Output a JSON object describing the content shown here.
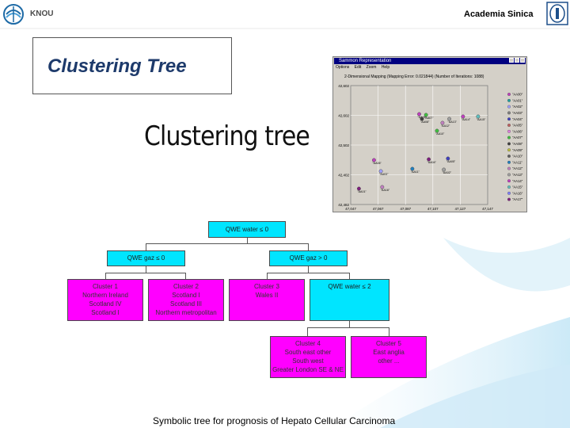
{
  "header": {
    "brand_left": "KNOU",
    "brand_right": "Academia Sinica"
  },
  "title": "Clustering Tree",
  "heading": "Clustering tree",
  "colors": {
    "title": "#1d3a6b",
    "cyan": "#00e5ff",
    "magenta": "#ff00ff",
    "window_title": "#000080",
    "plot_bg": "#d4d0c8"
  },
  "window": {
    "title": "Sammon Representation",
    "menu": [
      "Options",
      "Edit",
      "Zoom",
      "Help"
    ],
    "caption": "2-Dimensional Mapping (Mapping Error: 0.021844) (Number of Iterations: 1088)"
  },
  "chart_data": {
    "type": "scatter",
    "x_ticks": [
      "47,047",
      "47,067",
      "47,087",
      "47,107",
      "47,127",
      "47,147"
    ],
    "y_ticks": [
      "42,482",
      "42,402",
      "42,502",
      "42,602",
      "42,602"
    ],
    "legend": [
      "\"AA00\"",
      "\"AA01\"",
      "\"AA02\"",
      "\"AA03\"",
      "\"AA04\"",
      "\"AA05\"",
      "\"AA06\"",
      "\"AA07\"",
      "\"AA08\"",
      "\"AA09\"",
      "\"AA10\"",
      "\"AA11\"",
      "\"AA12\"",
      "\"AA13\"",
      "\"AA14\"",
      "\"AA15\"",
      "\"AA16\"",
      "\"AA17\""
    ],
    "legend_colors": [
      "#c040c0",
      "#20a0a0",
      "#a0a0ff",
      "#808080",
      "#4040c0",
      "#c06060",
      "#e080e0",
      "#40c040",
      "#404040",
      "#c0c040",
      "#606060",
      "#2080c0",
      "#c080c0",
      "#a0a0a0",
      "#c040c0",
      "#60c0c0",
      "#8080ff",
      "#802080"
    ],
    "points": [
      {
        "x": 47097,
        "y": 42566,
        "label": "\"AA09\"",
        "color": "#c040c0"
      },
      {
        "x": 47099,
        "y": 42560,
        "label": "\"AA08\"",
        "color": "#404040"
      },
      {
        "x": 47102,
        "y": 42565,
        "label": "\"AA07\"",
        "color": "#40c040"
      },
      {
        "x": 47114,
        "y": 42555,
        "label": "\"AA12\"",
        "color": "#c080c0"
      },
      {
        "x": 47119,
        "y": 42560,
        "label": "\"AA13\"",
        "color": "#a0a0a0"
      },
      {
        "x": 47129,
        "y": 42563,
        "label": "\"AA14\"",
        "color": "#c040c0"
      },
      {
        "x": 47140,
        "y": 42563,
        "label": "\"AA15\"",
        "color": "#60c0c0"
      },
      {
        "x": 47110,
        "y": 42545,
        "label": "\"AA10\"",
        "color": "#40c040"
      },
      {
        "x": 47064,
        "y": 42508,
        "label": "\"AA06\"",
        "color": "#c040c0"
      },
      {
        "x": 47069,
        "y": 42494,
        "label": "\"AA03\"",
        "color": "#a0a0ff"
      },
      {
        "x": 47092,
        "y": 42497,
        "label": "\"AA11\"",
        "color": "#2080c0"
      },
      {
        "x": 47104,
        "y": 42509,
        "label": "\"AA04\"",
        "color": "#802080"
      },
      {
        "x": 47118,
        "y": 42510,
        "label": "\"AA05\"",
        "color": "#4040c0"
      },
      {
        "x": 47115,
        "y": 42496,
        "label": "\"AA02\"",
        "color": "#a0a0a0"
      },
      {
        "x": 47053,
        "y": 42472,
        "label": "\"AA01\"",
        "color": "#802080"
      },
      {
        "x": 47070,
        "y": 42474,
        "label": "\"AA16\"",
        "color": "#c080c0"
      }
    ],
    "xlim": [
      47047,
      47147
    ],
    "ylim": [
      42452,
      42602
    ]
  },
  "tree": {
    "root": "QWE water ≤ 0",
    "left": "QWE gaz ≤ 0",
    "right": "QWE gaz > 0",
    "right_child": "QWE water ≤ 2",
    "clusters": {
      "c1": [
        "Cluster 1",
        "Northern Ireland",
        "Scotland IV",
        "Scotland I"
      ],
      "c2": [
        "Cluster 2",
        "Scotland I",
        "Scotland III",
        "Northern metropolitan"
      ],
      "c3": [
        "Cluster 3",
        "Wales II"
      ],
      "c4": [
        "Cluster 4",
        "South east other",
        "South west",
        "Greater London SE & NE"
      ],
      "c5": [
        "Cluster 5",
        "East anglia",
        "other ..."
      ]
    }
  },
  "footer": "Symbolic tree for prognosis of Hepato Cellular Carcinoma"
}
